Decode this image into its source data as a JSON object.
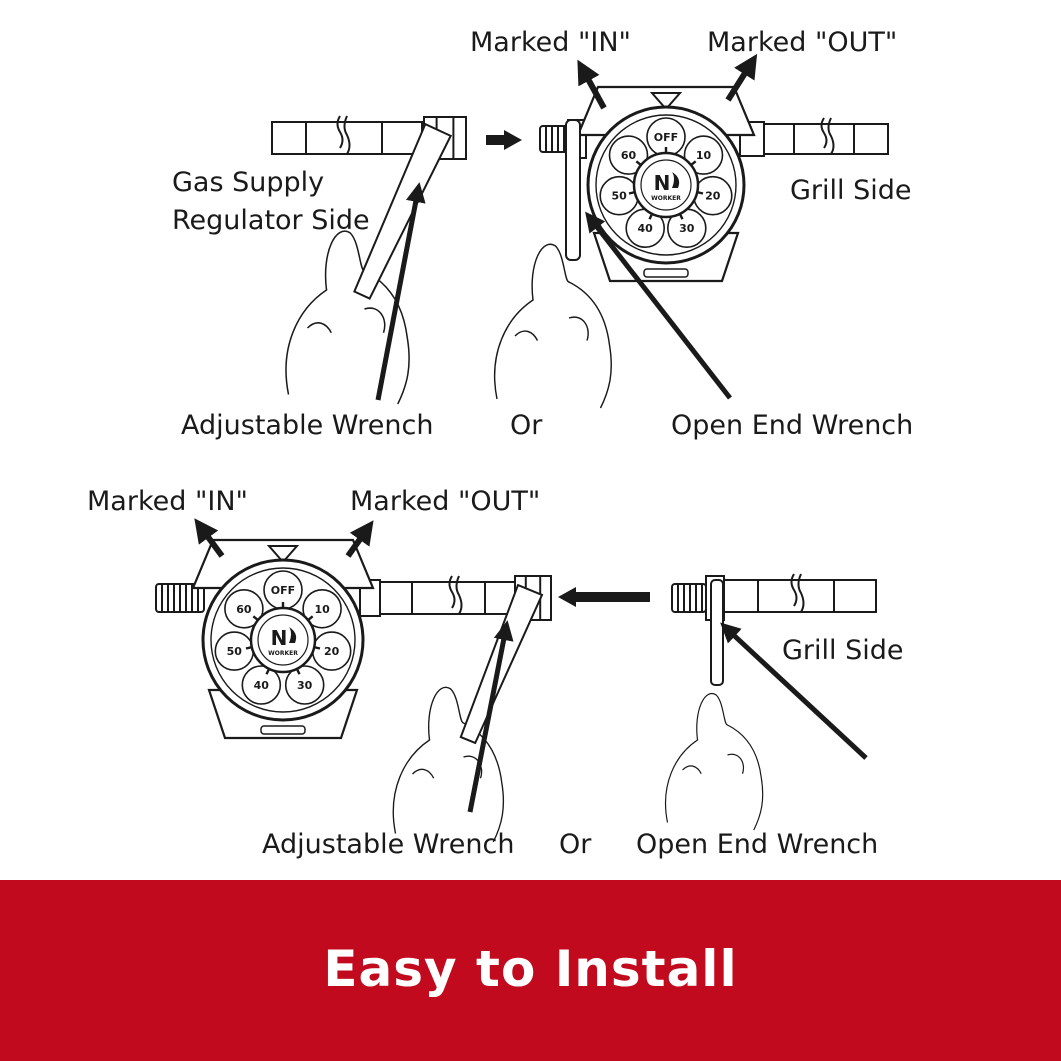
{
  "colors": {
    "banner": "#c20a1e",
    "line": "#1a1a1a",
    "banner_text": "#ffffff"
  },
  "top_panel": {
    "in_label": "Marked \"IN\"",
    "out_label": "Marked \"OUT\"",
    "supply_label_line1": "Gas Supply",
    "supply_label_line2": "Regulator Side",
    "grill_label": "Grill Side",
    "adjustable_label": "Adjustable Wrench",
    "or_label": "Or",
    "open_end_label": "Open End Wrench"
  },
  "bottom_panel": {
    "in_label": "Marked \"IN\"",
    "out_label": "Marked \"OUT\"",
    "grill_label": "Grill Side",
    "adjustable_label": "Adjustable Wrench",
    "or_label": "Or",
    "open_end_label": "Open End Wrench"
  },
  "regulator": {
    "dial_marks": [
      "OFF",
      "10",
      "20",
      "30",
      "40",
      "50",
      "60"
    ],
    "logo_text": "N",
    "logo_subtext": "WORKER"
  },
  "banner": {
    "title": "Easy to Install"
  }
}
